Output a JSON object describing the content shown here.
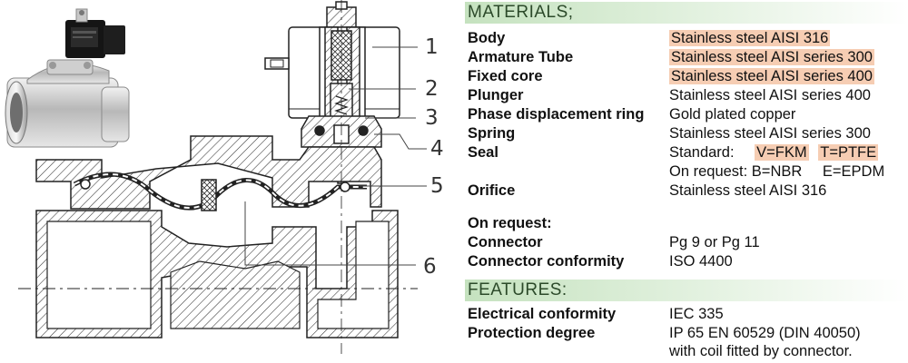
{
  "drawing": {
    "callouts": [
      "1",
      "2",
      "3",
      "4",
      "5",
      "6"
    ]
  },
  "materials": {
    "header": "MATERIALS;",
    "rows": [
      {
        "label": "Body",
        "value": "Stainless steel AISI 316"
      },
      {
        "label": "Armature Tube",
        "value": "Stainless steel AISI series 300"
      },
      {
        "label": "Fixed core",
        "value": "Stainless steel AISI series 400"
      },
      {
        "label": "Plunger",
        "value": "Stainless steel AISI series 400"
      },
      {
        "label": "Phase displacement ring",
        "value": "Gold plated copper"
      },
      {
        "label": "Spring",
        "value": "Stainless steel AISI series 300"
      },
      {
        "label": "Seal",
        "value_prefix": "Standard:",
        "value_a": "V=FKM",
        "value_b": "T=PTFE"
      },
      {
        "label": "",
        "value_prefix": "On request: B=NBR",
        "value_a": "E=EPDM"
      },
      {
        "label": "Orifice",
        "value": "Stainless steel AISI 316"
      }
    ]
  },
  "on_request": {
    "header": "On request:",
    "rows": [
      {
        "label": "Connector",
        "value": "Pg 9 or Pg 11"
      },
      {
        "label": "Connector conformity",
        "value": "ISO 4400"
      }
    ]
  },
  "features": {
    "header": "FEATURES:",
    "rows": [
      {
        "label": "Electrical conformity",
        "value": "IEC 335"
      },
      {
        "label": "Protection degree",
        "value": "IP 65 EN 60529 (DIN 40050)"
      },
      {
        "label": "",
        "value": "with coil fitted by connector."
      }
    ]
  },
  "colors": {
    "highlight": "#f6cdb3",
    "section_bar": "#c5e2bf",
    "section_text": "#2c4a2a"
  }
}
